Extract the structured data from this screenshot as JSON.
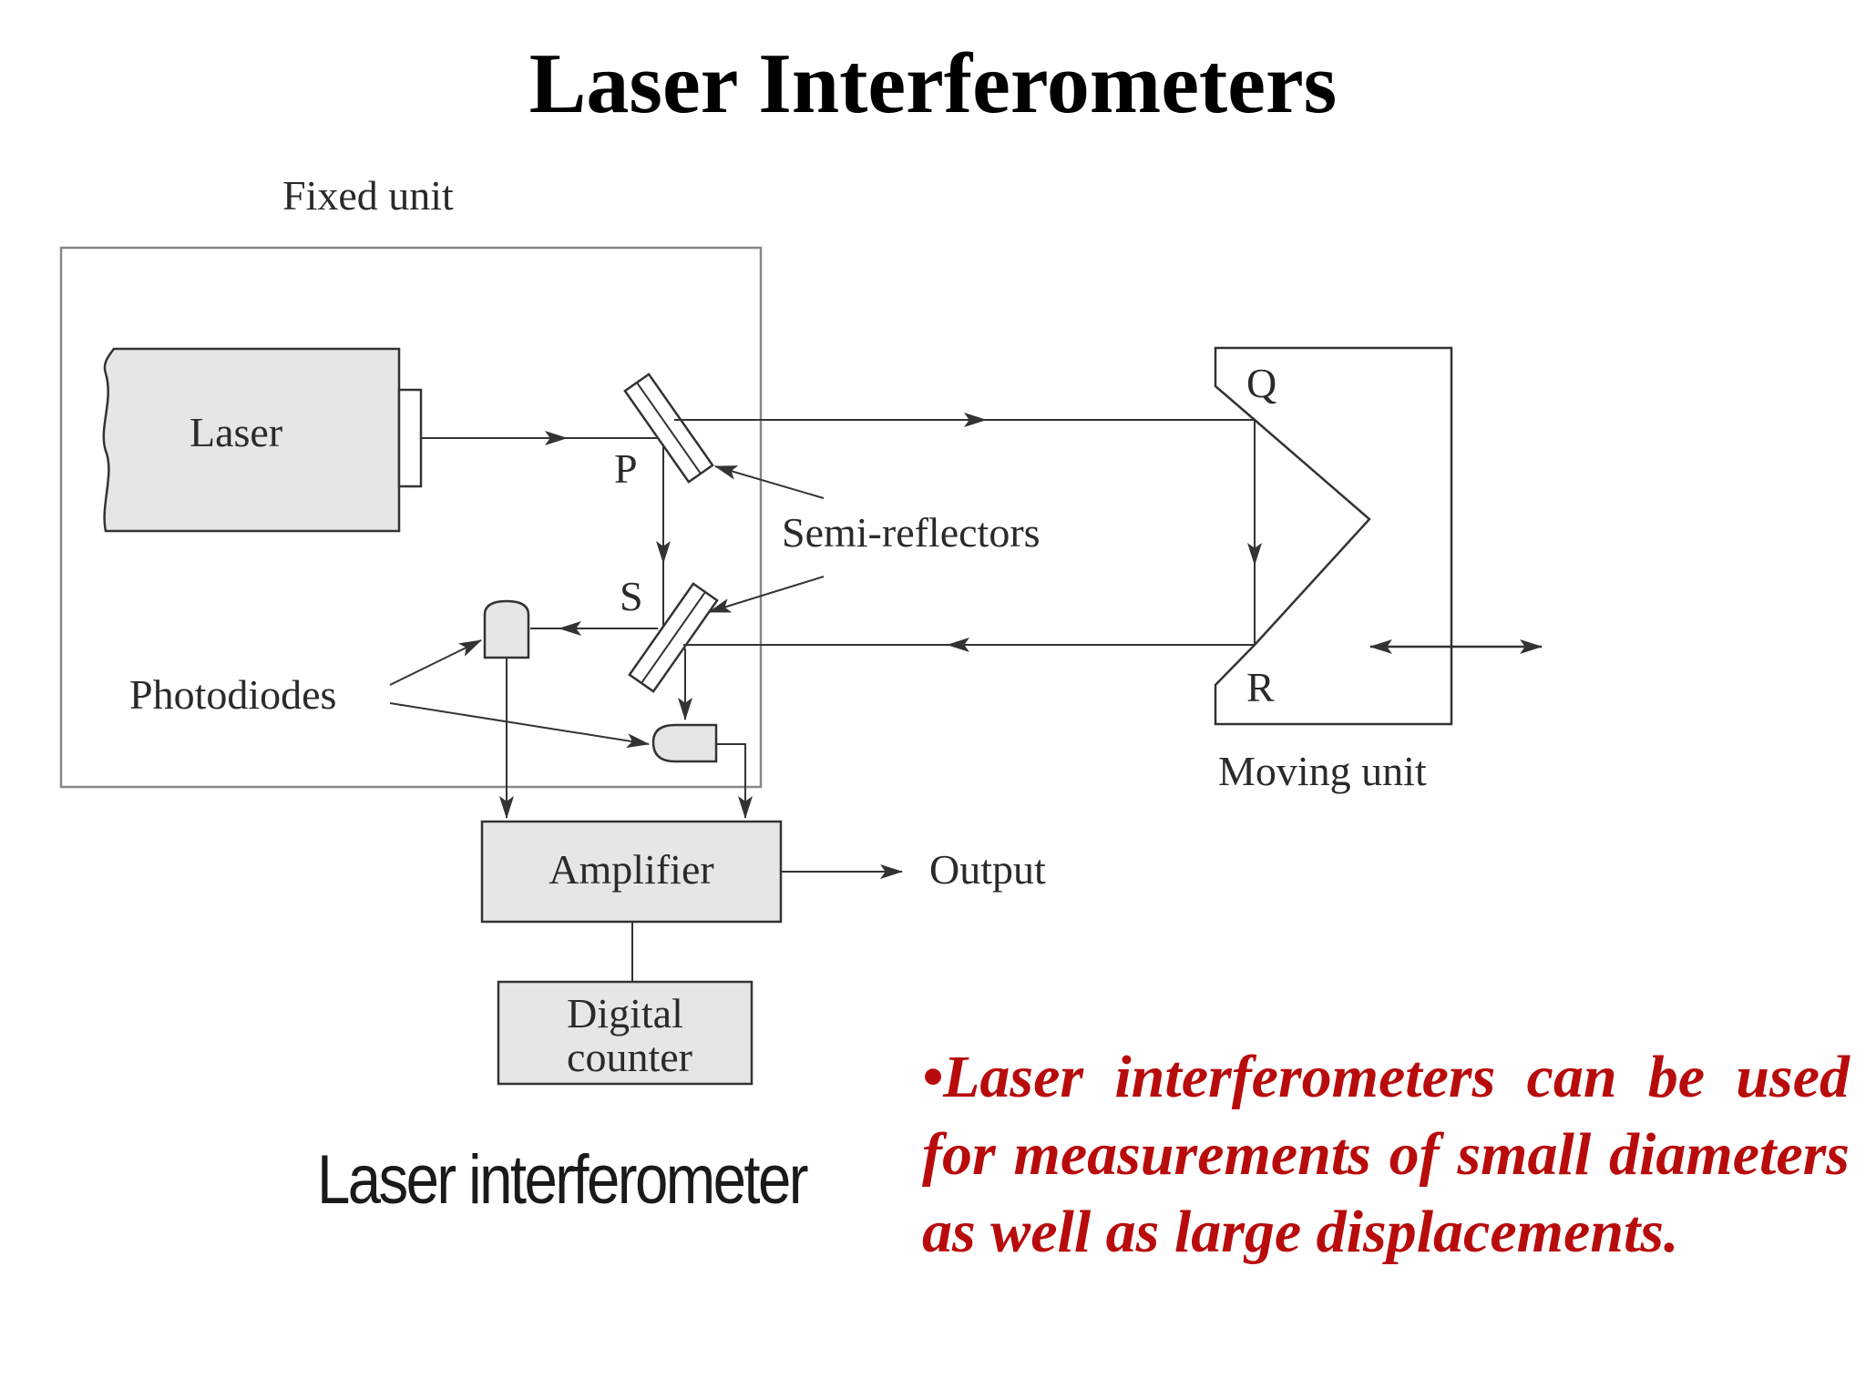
{
  "slide": {
    "title": "Laser Interferometers"
  },
  "diagram": {
    "fixed_unit_label": "Fixed unit",
    "laser_label": "Laser",
    "point_p": "P",
    "point_s": "S",
    "point_q": "Q",
    "point_r": "R",
    "semi_reflectors_label": "Semi-reflectors",
    "photodiodes_label": "Photodiodes",
    "moving_unit_label": "Moving unit",
    "amplifier_label": "Amplifier",
    "output_label": "Output",
    "digital_counter_line1": "Digital",
    "digital_counter_line2": "counter",
    "caption": "Laser interferometer"
  },
  "note": {
    "text": "•Laser interferometers can be used for measurements of small diameters as well as large displacements."
  },
  "colors": {
    "note_text": "#b80c0c",
    "box_fill": "#e6e6e6",
    "line": "#333333"
  }
}
